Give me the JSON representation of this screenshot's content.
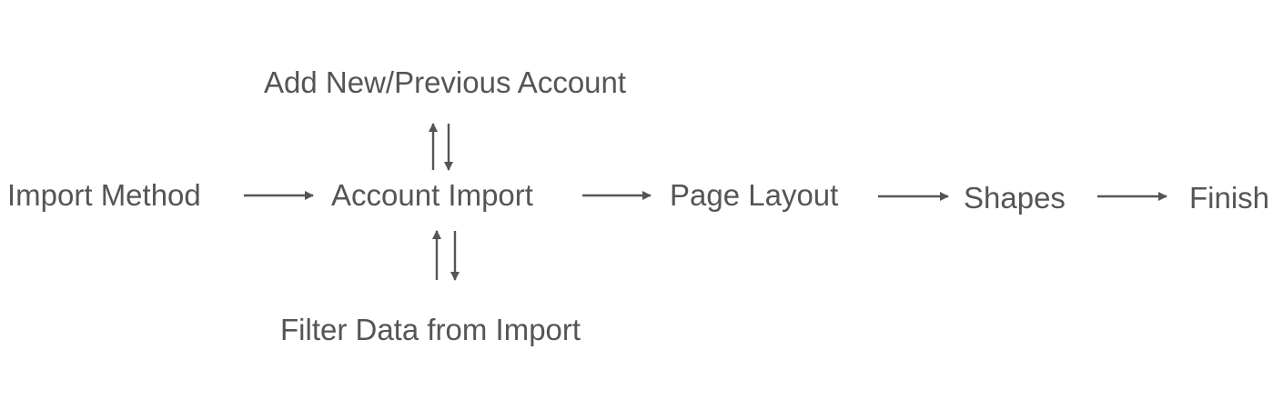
{
  "diagram": {
    "nodes": {
      "import_method": "Import Method",
      "account_import": "Account Import",
      "page_layout": "Page Layout",
      "shapes": "Shapes",
      "finish": "Finish",
      "add_account": "Add New/Previous Account",
      "filter_data": "Filter Data from Import"
    },
    "edges": [
      {
        "from": "import_method",
        "to": "account_import",
        "type": "one-way"
      },
      {
        "from": "account_import",
        "to": "page_layout",
        "type": "one-way"
      },
      {
        "from": "page_layout",
        "to": "shapes",
        "type": "one-way"
      },
      {
        "from": "shapes",
        "to": "finish",
        "type": "one-way"
      },
      {
        "from": "account_import",
        "to": "add_account",
        "type": "two-way"
      },
      {
        "from": "account_import",
        "to": "filter_data",
        "type": "two-way"
      }
    ],
    "colors": {
      "text": "#555555",
      "arrow": "#555555",
      "background": "#ffffff"
    }
  }
}
